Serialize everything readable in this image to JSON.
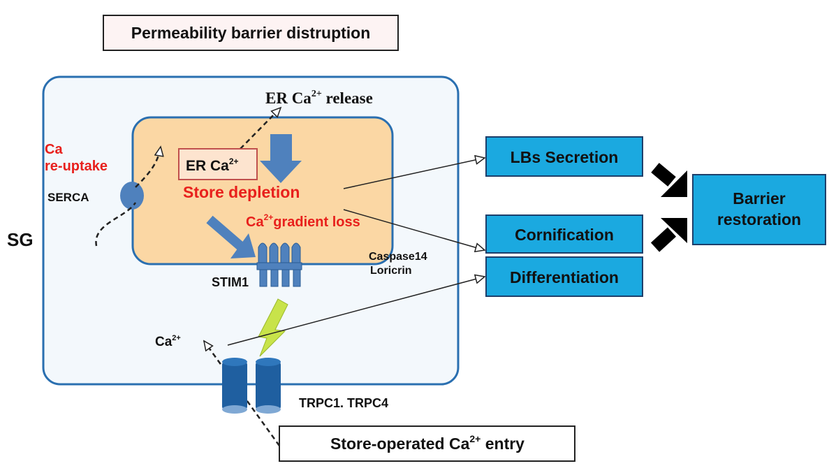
{
  "title": "Permeability barrier distruption",
  "cell": {
    "label": "SG",
    "er_release": {
      "prefix": "ER Ca",
      "sup": "2+",
      "suffix": " release"
    },
    "er_store": {
      "prefix": "ER Ca",
      "sup": "2+"
    },
    "store_depletion": "Store depletion",
    "gradient_loss": {
      "prefix": "Ca",
      "sup": "2+",
      "suffix": "gradient loss"
    },
    "reuptake_line1": "Ca",
    "reuptake_line2": "re-uptake",
    "serca": "SERCA",
    "stim1": "STIM1",
    "caspase": "Caspase14",
    "loricrin": "Loricrin",
    "cytosolic_ca": {
      "prefix": "Ca",
      "sup": "2+"
    },
    "trpc": "TRPC1. TRPC4"
  },
  "soce": {
    "prefix": "Store-operated Ca",
    "sup": "2+",
    "suffix": " entry"
  },
  "outcomes": {
    "lbs_secretion": "LBs Secretion",
    "cornification": "Cornification",
    "differentiation": "Differentiation",
    "barrier_line1": "Barrier",
    "barrier_line2": "restoration"
  },
  "colors": {
    "cell_border": "#2a6fb0",
    "cell_fill": "#f3f8fc",
    "er_fill": "#fbd7a4",
    "blue_box": "#1ba9e0",
    "blue_arrow": "#4f81bd",
    "red_text": "#e8201c",
    "lightning": "#c8e34a",
    "title_fill": "#fdf3f3",
    "er_box_fill": "#fde4cf",
    "er_box_border": "#c0504d"
  }
}
